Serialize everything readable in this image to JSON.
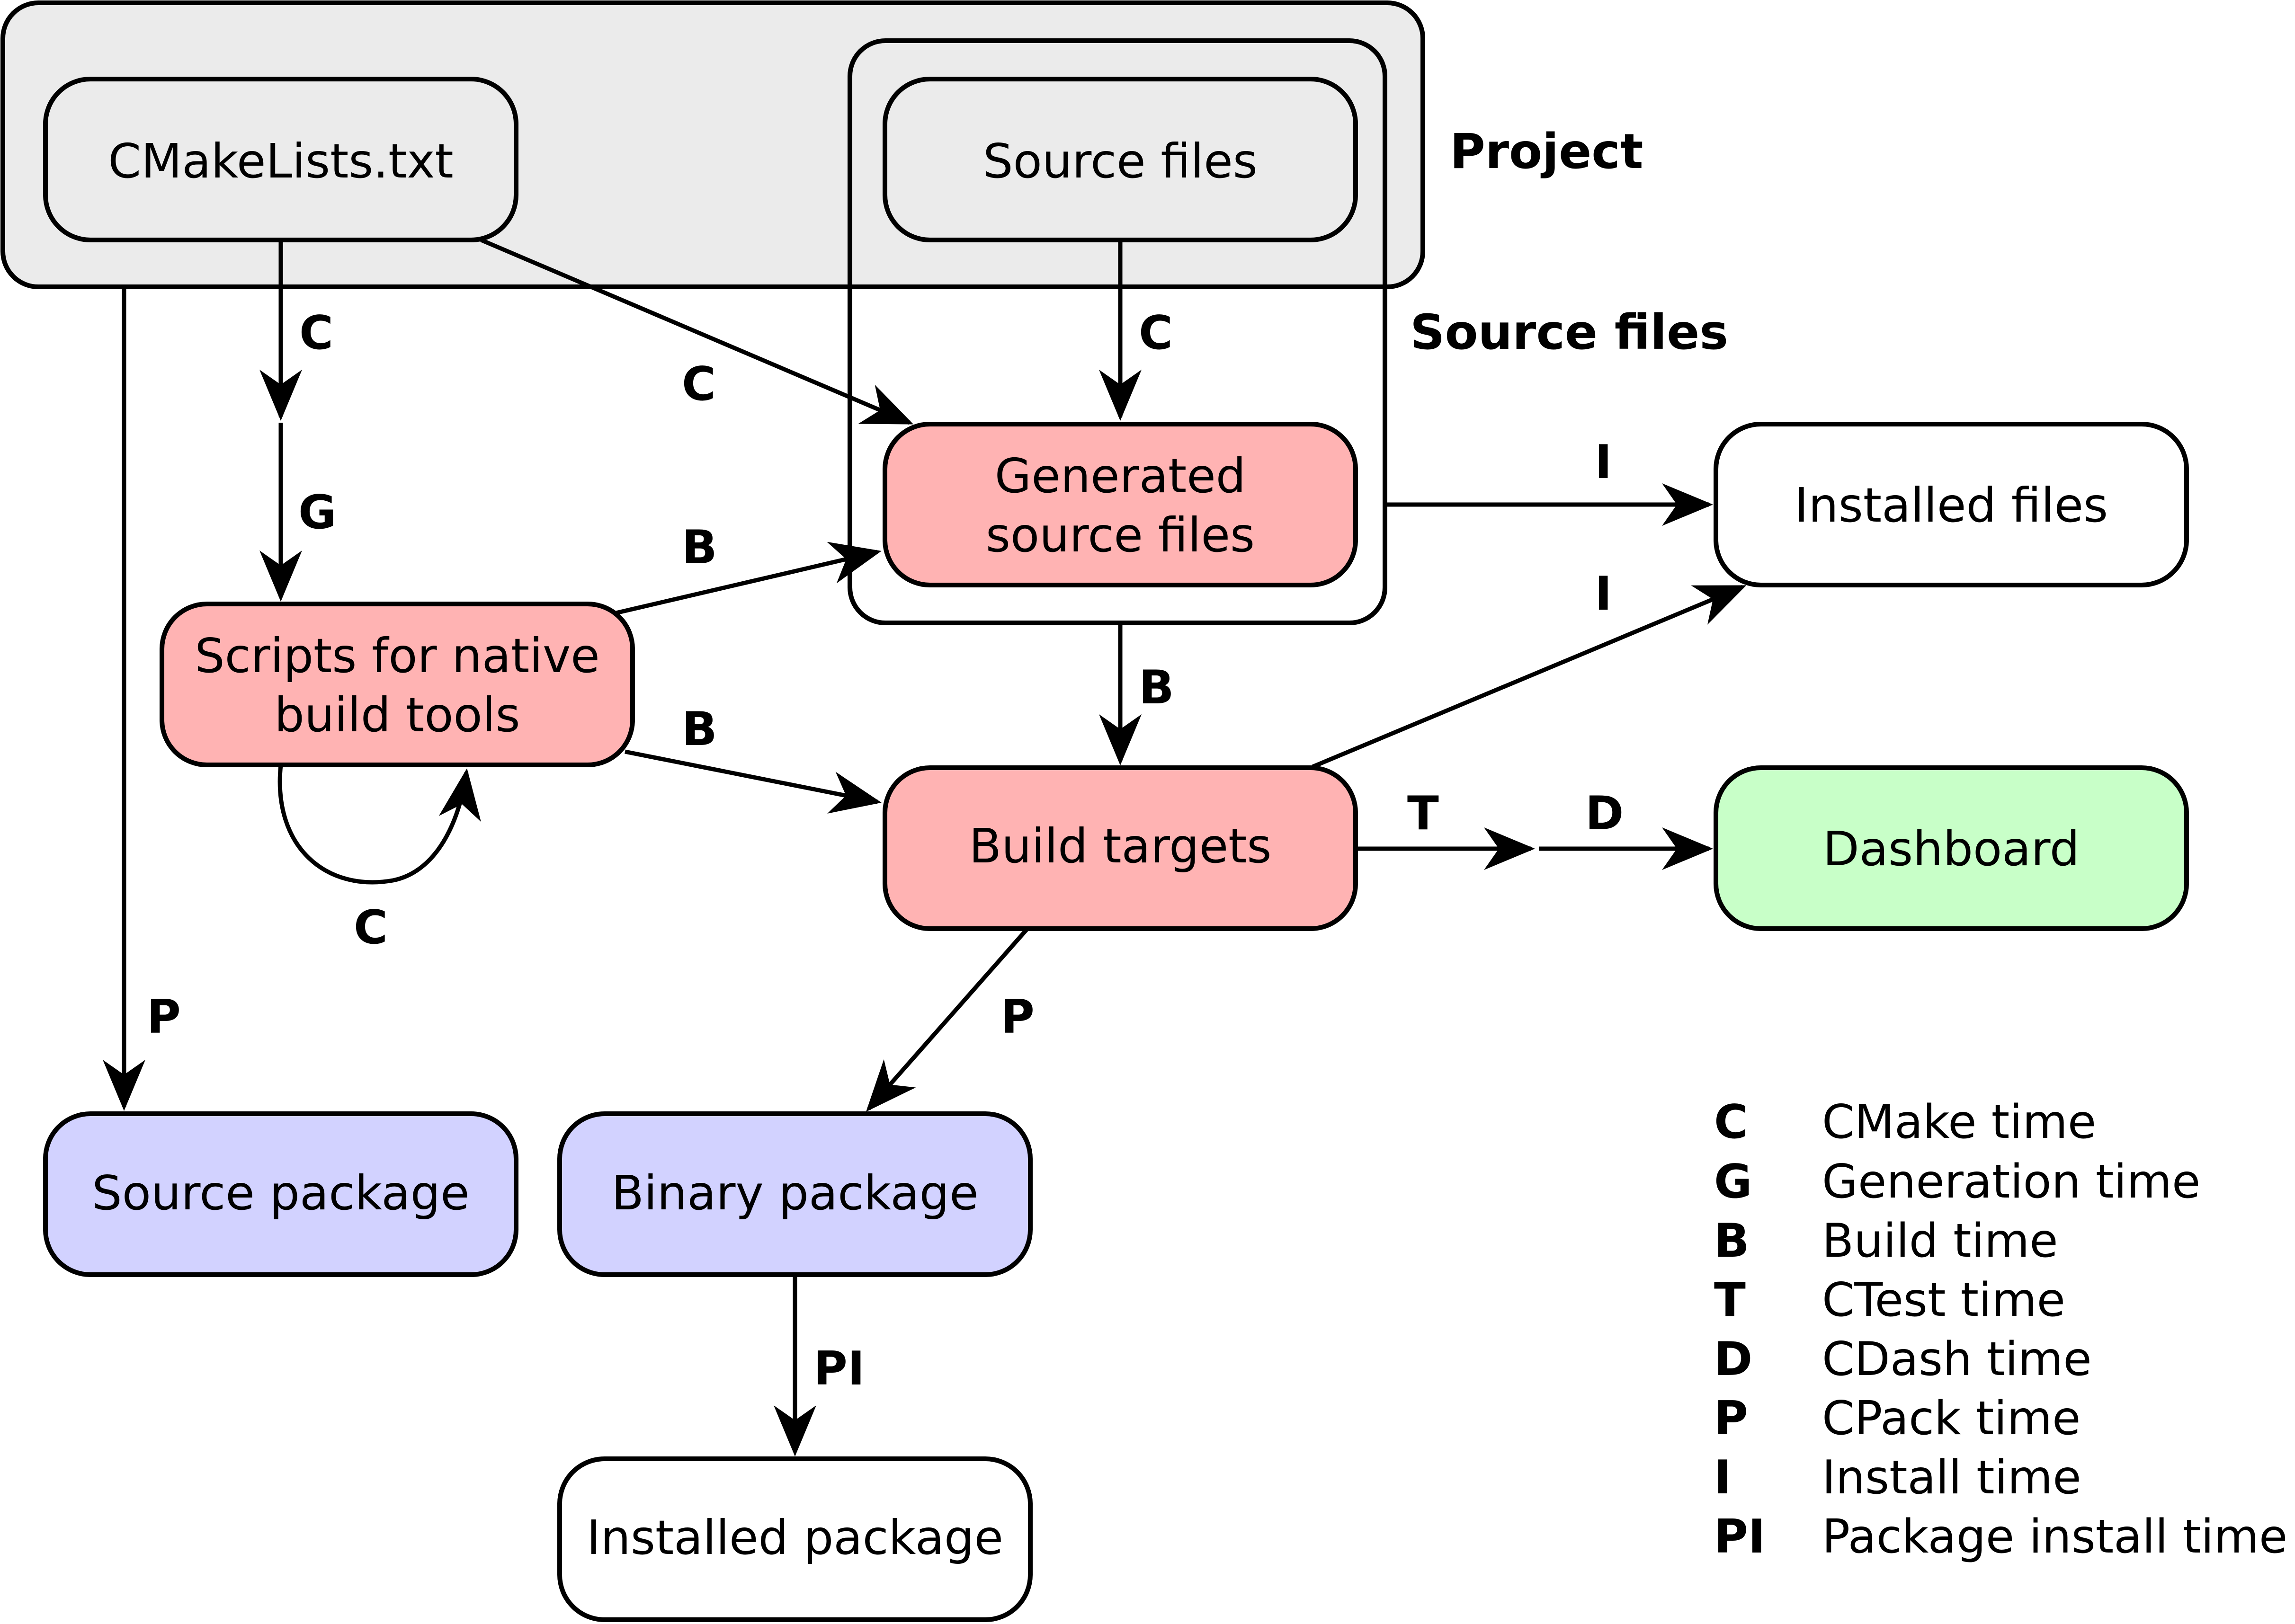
{
  "groups": {
    "project": {
      "title": "Project",
      "fill": "#ebebeb"
    },
    "source_files": {
      "title": "Source files"
    }
  },
  "nodes": {
    "cmakelists": {
      "label": "CMakeLists.txt",
      "fill": "#ebebeb"
    },
    "source_files": {
      "label": "Source files",
      "fill": "#ebebeb"
    },
    "generated": {
      "line1": "Generated",
      "line2": "source files",
      "fill": "#ffb3b3"
    },
    "scripts": {
      "line1": "Scripts for native",
      "line2": "build tools",
      "fill": "#ffb3b3"
    },
    "build_targets": {
      "label": "Build targets",
      "fill": "#ffb3b3"
    },
    "installed_files": {
      "label": "Installed files",
      "fill": "#ffffff"
    },
    "dashboard": {
      "label": "Dashboard",
      "fill": "#c8ffc8"
    },
    "source_package": {
      "label": "Source package",
      "fill": "#d2d2ff"
    },
    "binary_package": {
      "label": "Binary package",
      "fill": "#d2d2ff"
    },
    "installed_package": {
      "label": "Installed package",
      "fill": "#ffffff"
    }
  },
  "edge_labels": {
    "c_cmake_down": "C",
    "c_cmake_generated": "C",
    "c_source_generated": "C",
    "g_scripts": "G",
    "b_scripts_generated": "B",
    "b_scripts_build": "B",
    "c_scripts_loop": "C",
    "b_generated_build": "B",
    "i_generated_installed": "I",
    "i_build_installed": "I",
    "t_build": "T",
    "d_dashboard": "D",
    "p_source_package": "P",
    "p_binary_package": "P",
    "pi_installed_package": "PI"
  },
  "legend": [
    {
      "code": "C",
      "desc": "CMake time"
    },
    {
      "code": "G",
      "desc": "Generation time"
    },
    {
      "code": "B",
      "desc": "Build time"
    },
    {
      "code": "T",
      "desc": "CTest time"
    },
    {
      "code": "D",
      "desc": "CDash time"
    },
    {
      "code": "P",
      "desc": "CPack time"
    },
    {
      "code": "I",
      "desc": "Install time"
    },
    {
      "code": "PI",
      "desc": "Package install time"
    }
  ]
}
